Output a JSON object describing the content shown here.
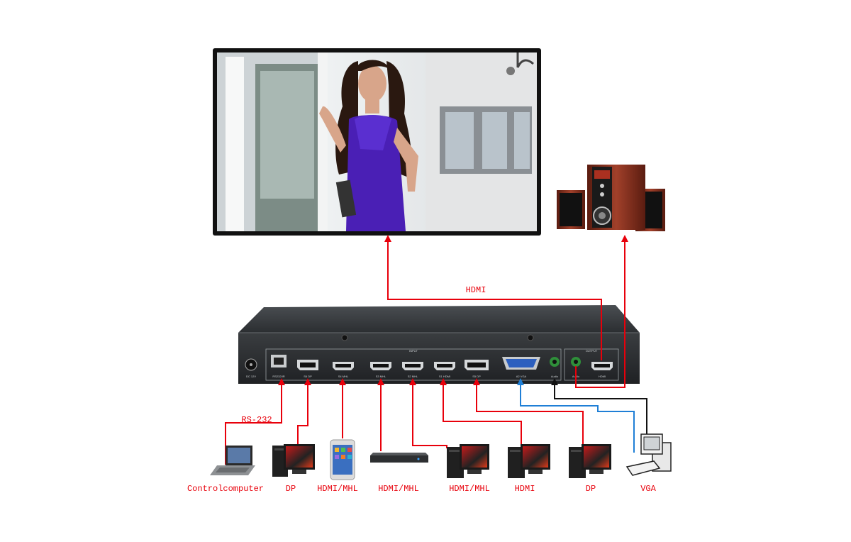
{
  "diagram": {
    "output_link_label": "HDMI",
    "serial_link_label": "RS-232",
    "display": {
      "kind": "tv-display"
    },
    "speakers": {
      "kind": "speaker-set"
    },
    "switcher": {
      "input_group_label": "INPUT",
      "output_group_label": "OUTPUT",
      "ports": {
        "power": "DC 12V",
        "rs232": "RS232/IR",
        "dp_1": "S6 DP",
        "hdmi_s4": "S4 MHL",
        "hdmi_s3": "S3 MHL",
        "hdmi_s2": "S2 MHL",
        "hdmi_s1": "S1 HDMI",
        "dp_2": "S5 DP",
        "vga": "A2 VGA",
        "audio_in": "Audio",
        "audio_out": "Audio",
        "hdmi_out": "HDMI"
      }
    },
    "sources": [
      {
        "label": "Controlcomputer",
        "icon": "laptop-icon"
      },
      {
        "label": "DP",
        "icon": "desktop-pc-icon"
      },
      {
        "label": "HDMI/MHL",
        "icon": "smartphone-icon"
      },
      {
        "label": "HDMI/MHL",
        "icon": "media-player-icon"
      },
      {
        "label": "HDMI/MHL",
        "icon": "desktop-pc-icon"
      },
      {
        "label": "HDMI",
        "icon": "desktop-pc-icon"
      },
      {
        "label": "DP",
        "icon": "desktop-pc-icon"
      },
      {
        "label": "VGA",
        "icon": "computer-icon"
      }
    ],
    "colors": {
      "hdmi_cable": "#e8000b",
      "vga_cable": "#1f7fd6",
      "audio_cable": "#111111",
      "label": "#e8000b",
      "chassis": "#2d3033"
    }
  }
}
